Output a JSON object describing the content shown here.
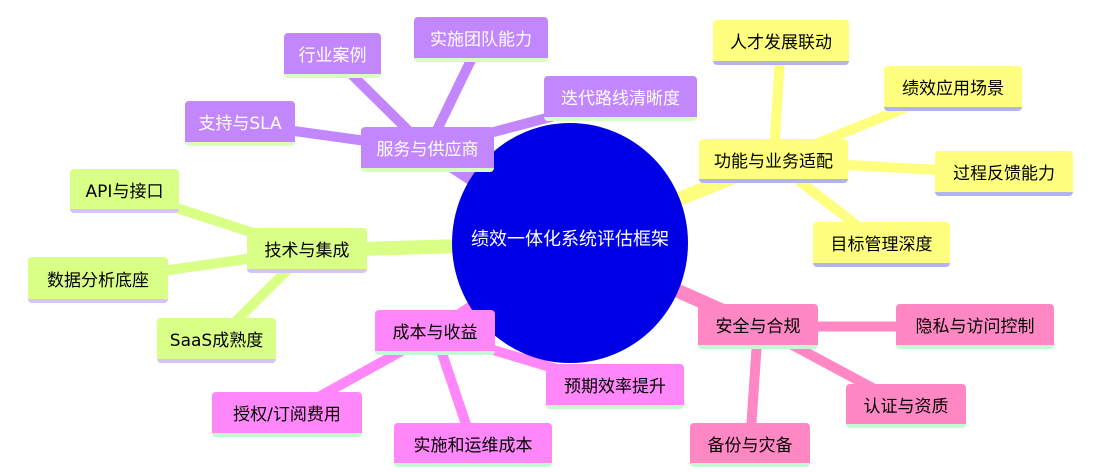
{
  "center": {
    "label": "绩效一体化系统评估框架",
    "color": "#0000e6"
  },
  "branches": [
    {
      "id": "service",
      "label": "服务与供应商",
      "color": "#c387fd",
      "text_color": "#ffffff",
      "shadow": "#d9ffbf",
      "children": [
        "行业案例",
        "实施团队能力",
        "迭代路线清晰度",
        "支持与SLA"
      ]
    },
    {
      "id": "function",
      "label": "功能与业务适配",
      "color": "#ffff7f",
      "text_color": "#000000",
      "shadow": "#b3b3f0",
      "children": [
        "人才发展联动",
        "绩效应用场景",
        "过程反馈能力",
        "目标管理深度"
      ]
    },
    {
      "id": "tech",
      "label": "技术与集成",
      "color": "#d9ff87",
      "text_color": "#000000",
      "shadow": "#d6c3fa",
      "children": [
        "API与接口",
        "数据分析底座",
        "SaaS成熟度"
      ]
    },
    {
      "id": "cost",
      "label": "成本与收益",
      "color": "#ff87f9",
      "text_color": "#000000",
      "shadow": "#c3fad6",
      "children": [
        "授权/订阅费用",
        "实施和运维成本",
        "预期效率提升"
      ]
    },
    {
      "id": "security",
      "label": "安全与合规",
      "color": "#ff87c4",
      "text_color": "#000000",
      "shadow": "#c3fad6",
      "children": [
        "隐私与访问控制",
        "认证与资质",
        "备份与灾备"
      ]
    }
  ]
}
